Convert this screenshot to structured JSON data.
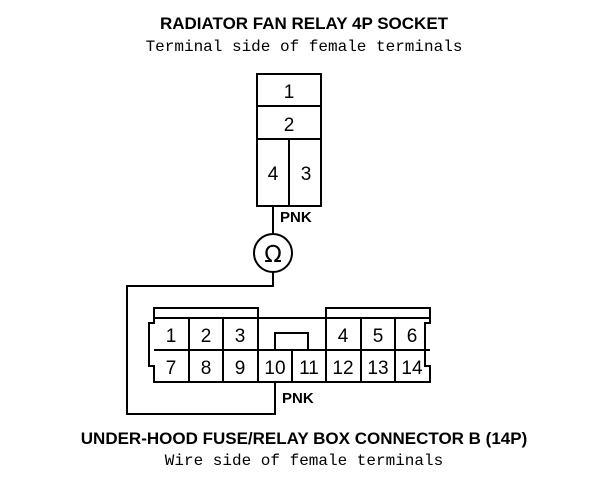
{
  "top_connector": {
    "title": "RADIATOR FAN RELAY 4P SOCKET",
    "subtitle": "Terminal side of female terminals",
    "pins": [
      "1",
      "2",
      "4",
      "3"
    ],
    "wire_label": "PNK"
  },
  "meter": {
    "symbol": "Ω",
    "icon": "ohmmeter-icon"
  },
  "bottom_connector": {
    "title": "UNDER-HOOD FUSE/RELAY BOX CONNECTOR B (14P)",
    "subtitle": "Wire side of female terminals",
    "row1": [
      "1",
      "2",
      "3",
      "4",
      "5",
      "6"
    ],
    "row2": [
      "7",
      "8",
      "9",
      "10",
      "11",
      "12",
      "13",
      "14"
    ],
    "wire_label": "PNK"
  }
}
